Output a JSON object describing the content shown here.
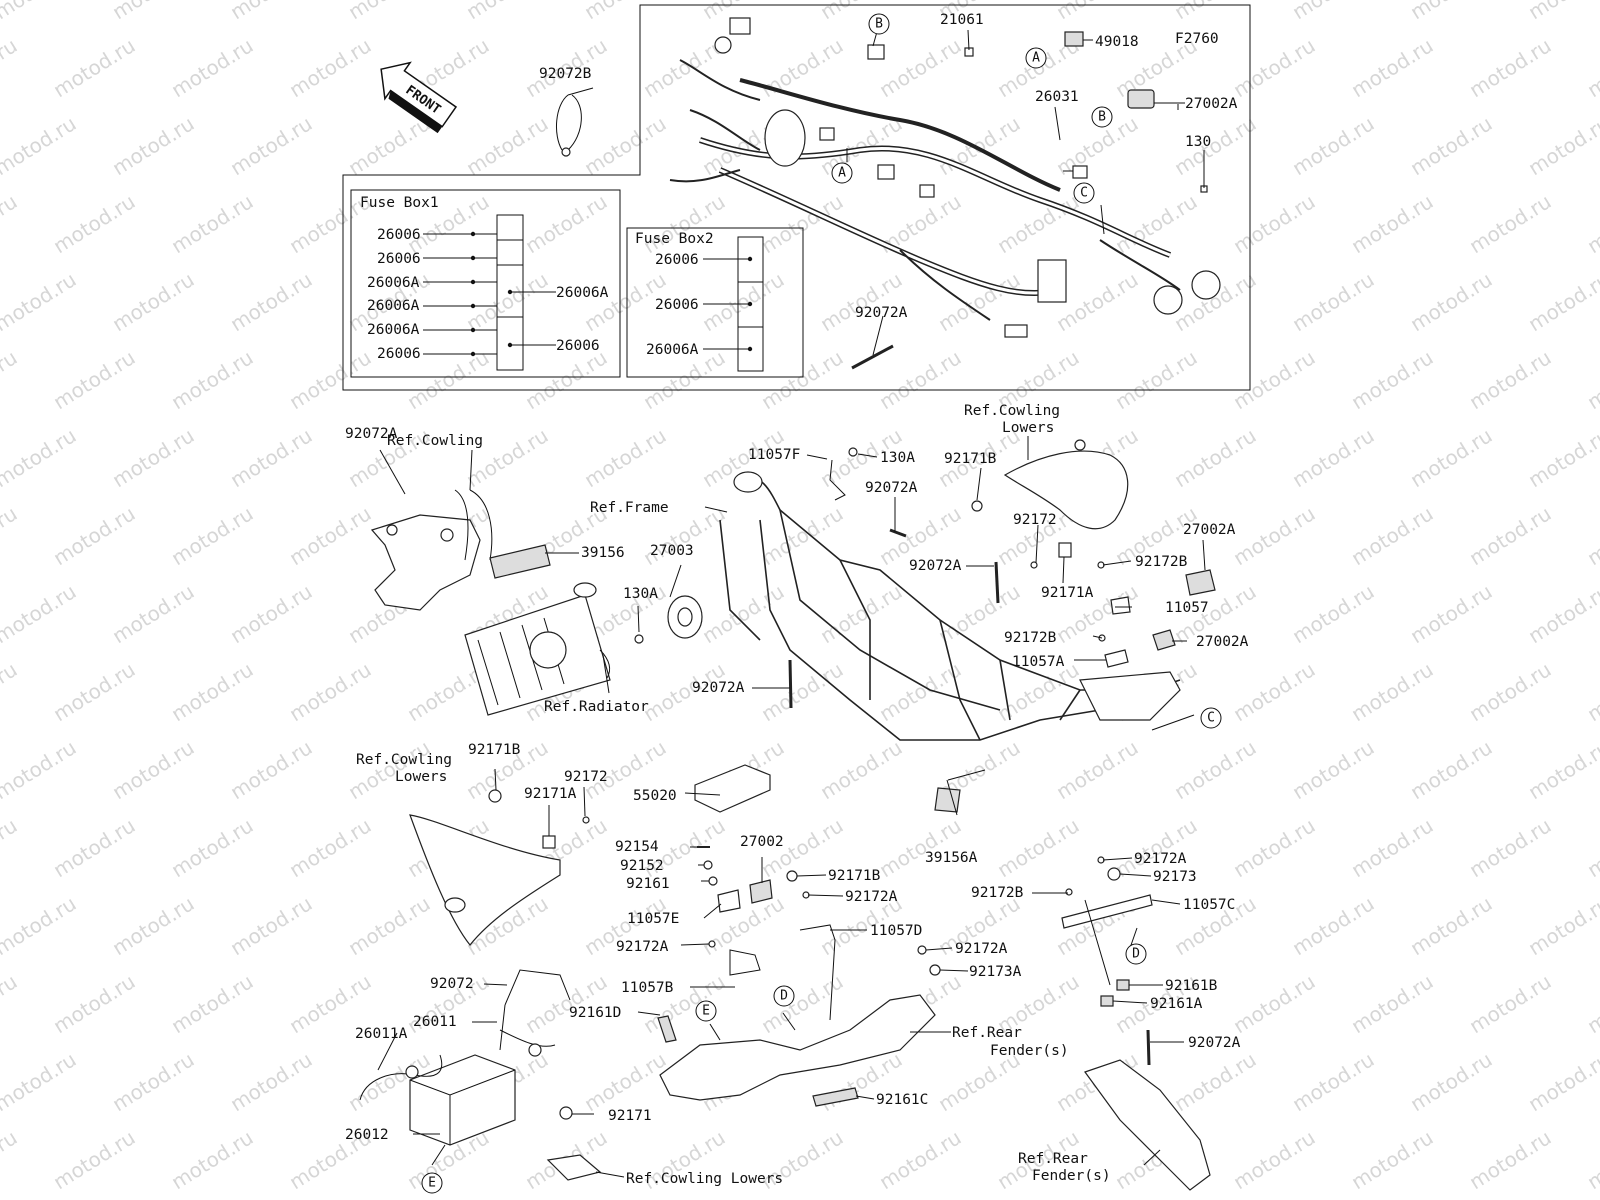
{
  "diagram": {
    "code": "F2760",
    "watermark": "motod.ru",
    "front_label": "FRONT",
    "fuse_box1": {
      "title": "Fuse Box1",
      "left_labels": [
        "26006",
        "26006",
        "26006A",
        "26006A",
        "26006A",
        "26006"
      ],
      "right_labels": [
        "26006A",
        "26006"
      ]
    },
    "fuse_box2": {
      "title": "Fuse Box2",
      "labels": [
        "26006",
        "26006",
        "26006A"
      ]
    },
    "callouts": [
      "A",
      "B",
      "C",
      "D",
      "E"
    ],
    "labels": {
      "p92072B": "92072B",
      "p21061": "21061",
      "p49018": "49018",
      "p26031": "26031",
      "p27002A_top": "27002A",
      "p130": "130",
      "p92072A_harness": "92072A",
      "p92072A_cowl": "92072A",
      "ref_cowling": "Ref.Cowling",
      "p39156": "39156",
      "ref_radiator": "Ref.Radiator",
      "p27003": "27003",
      "p130A_left": "130A",
      "ref_frame": "Ref.Frame",
      "p11057F": "11057F",
      "p130A_top": "130A",
      "p92072A_frame_top": "92072A",
      "p92072A_frame_mid": "92072A",
      "p92072A_frame_low": "92072A",
      "ref_cowling_lowers_top_1": "Ref.Cowling",
      "ref_cowling_lowers_top_2": "Lowers",
      "p92171B_top": "92171B",
      "p92172_top": "92172",
      "p27002A_r1": "27002A",
      "p92172B_r1": "92172B",
      "p92171A_top": "92171A",
      "p11057": "11057",
      "p92172B_r2": "92172B",
      "p27002A_r2": "27002A",
      "p11057A": "11057A",
      "p55020": "55020",
      "p39156A": "39156A",
      "ref_cowling_lowers_left_1": "Ref.Cowling",
      "ref_cowling_lowers_left_2": "Lowers",
      "p92171B_left": "92171B",
      "p92171A_left": "92171A",
      "p92172_left": "92172",
      "p92154": "92154",
      "p92152": "92152",
      "p92161": "92161",
      "p11057E": "11057E",
      "p27002": "27002",
      "p92171B_mid": "92171B",
      "p92172A_mid": "92172A",
      "p11057D": "11057D",
      "p92172A_left": "92172A",
      "p92172A_right": "92172A",
      "p92173A": "92173A",
      "p11057B": "11057B",
      "p92161D": "92161D",
      "ref_rear_fender_mid_1": "Ref.Rear",
      "ref_rear_fender_mid_2": "Fender(s)",
      "p92161C": "92161C",
      "p92171": "92171",
      "ref_cowling_lowers_bottom": "Ref.Cowling Lowers",
      "p92072": "92072",
      "p26011": "26011",
      "p26011A": "26011A",
      "p26012": "26012",
      "p92172A_br": "92172A",
      "p92173": "92173",
      "p92172B_br": "92172B",
      "p11057C": "11057C",
      "p92161B": "92161B",
      "p92161A": "92161A",
      "p92072A_br": "92072A",
      "ref_rear_fender_br_1": "Ref.Rear",
      "ref_rear_fender_br_2": "Fender(s)"
    }
  }
}
